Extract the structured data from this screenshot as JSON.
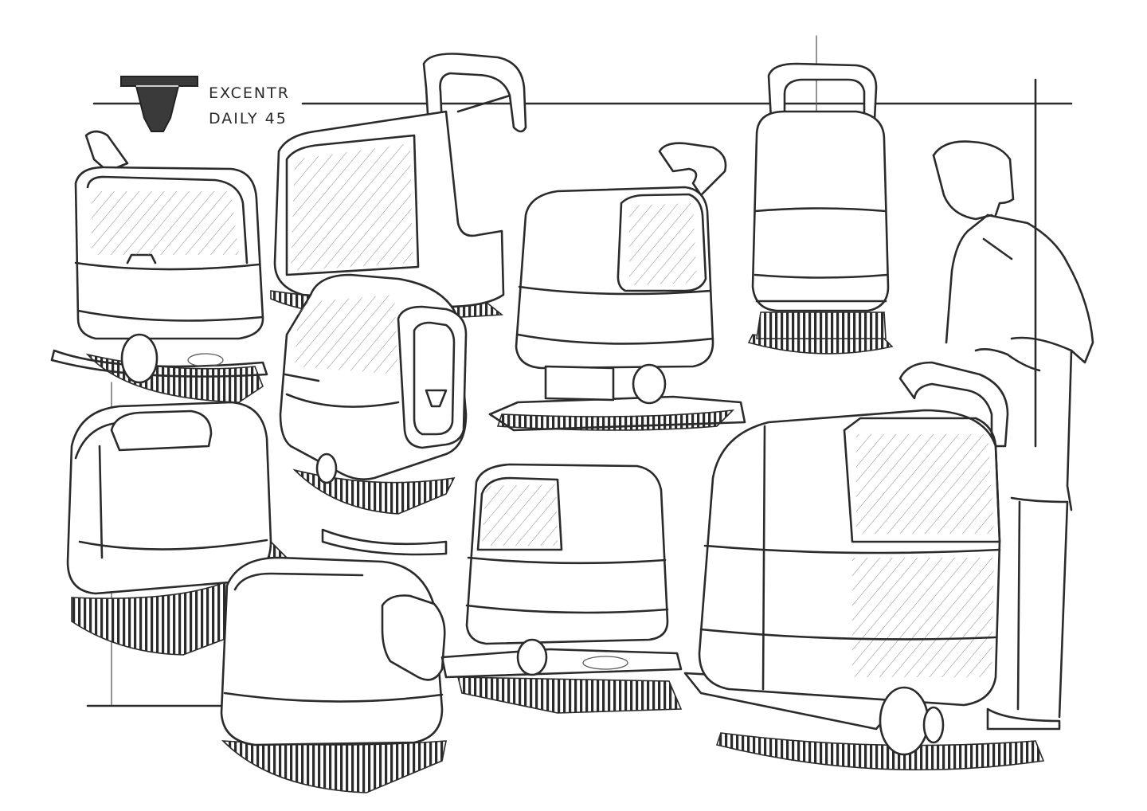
{
  "brand": {
    "line1": "EXCENTR",
    "line2": "DAILY 45",
    "logo": "t-shaped-logo-icon"
  },
  "colors": {
    "ink": "#2b2b2b",
    "paper": "#ffffff"
  },
  "scene": {
    "machines": 9,
    "figure": "operator"
  }
}
